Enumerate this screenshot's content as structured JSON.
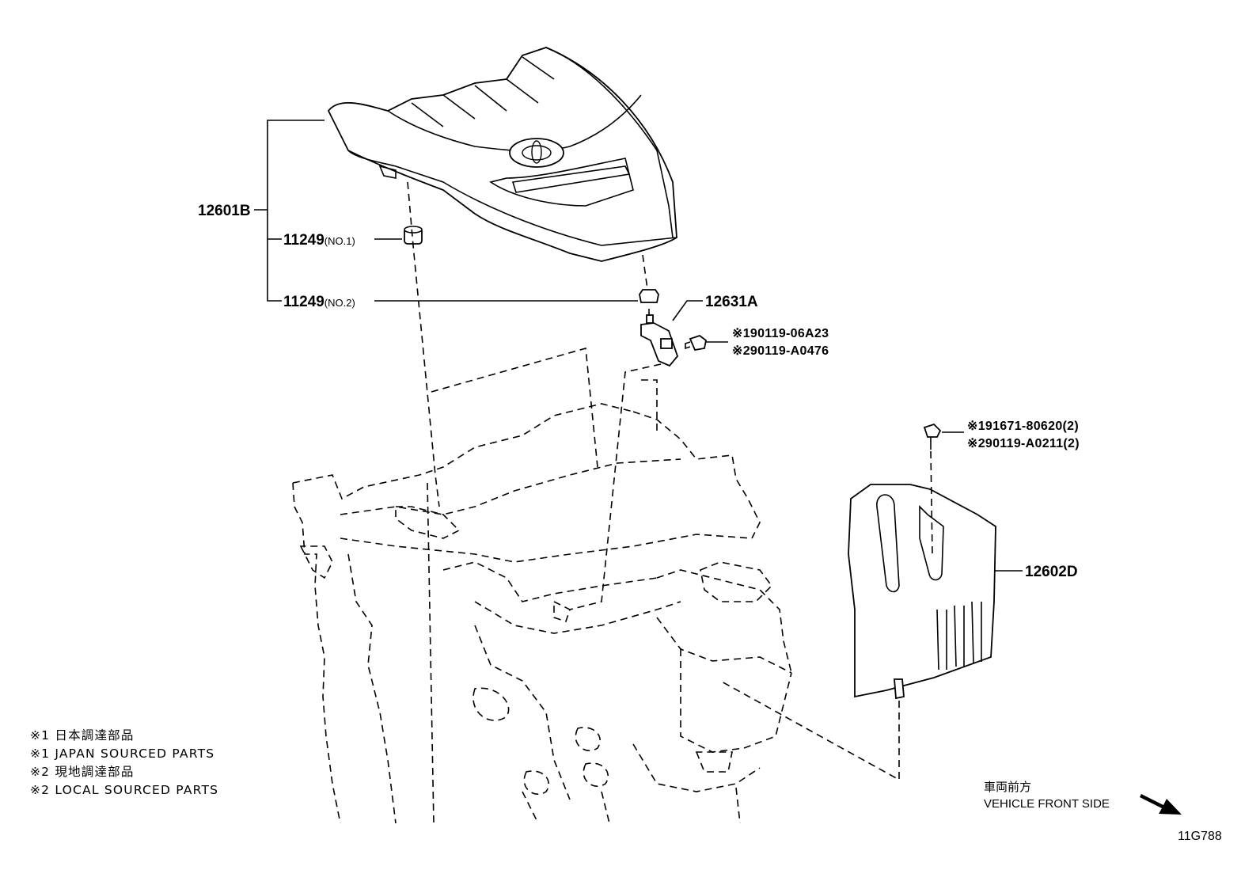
{
  "callouts": {
    "engine_cover": "12601B",
    "grommet_no1": "11249",
    "grommet_no1_suffix": "(NO.1)",
    "grommet_no2": "11249",
    "grommet_no2_suffix": "(NO.2)",
    "bracket": "12631A",
    "bracket_bolt_1": "※190119-06A23",
    "bracket_bolt_2": "※290119-A0476",
    "side_bolt_1": "※191671-80620(2)",
    "side_bolt_2": "※290119-A0211(2)",
    "side_cover": "12602D"
  },
  "legend": [
    "※1 日本調達部品",
    "※1 JAPAN SOURCED PARTS",
    "※2 現地調達部品",
    "※2 LOCAL SOURCED PARTS"
  ],
  "orientation": {
    "label_jp": "車両前方",
    "label_en": "VEHICLE FRONT SIDE"
  },
  "figure_id": "11G788",
  "icons": [
    "toyota-logo-icon",
    "front-direction-arrow-icon"
  ]
}
